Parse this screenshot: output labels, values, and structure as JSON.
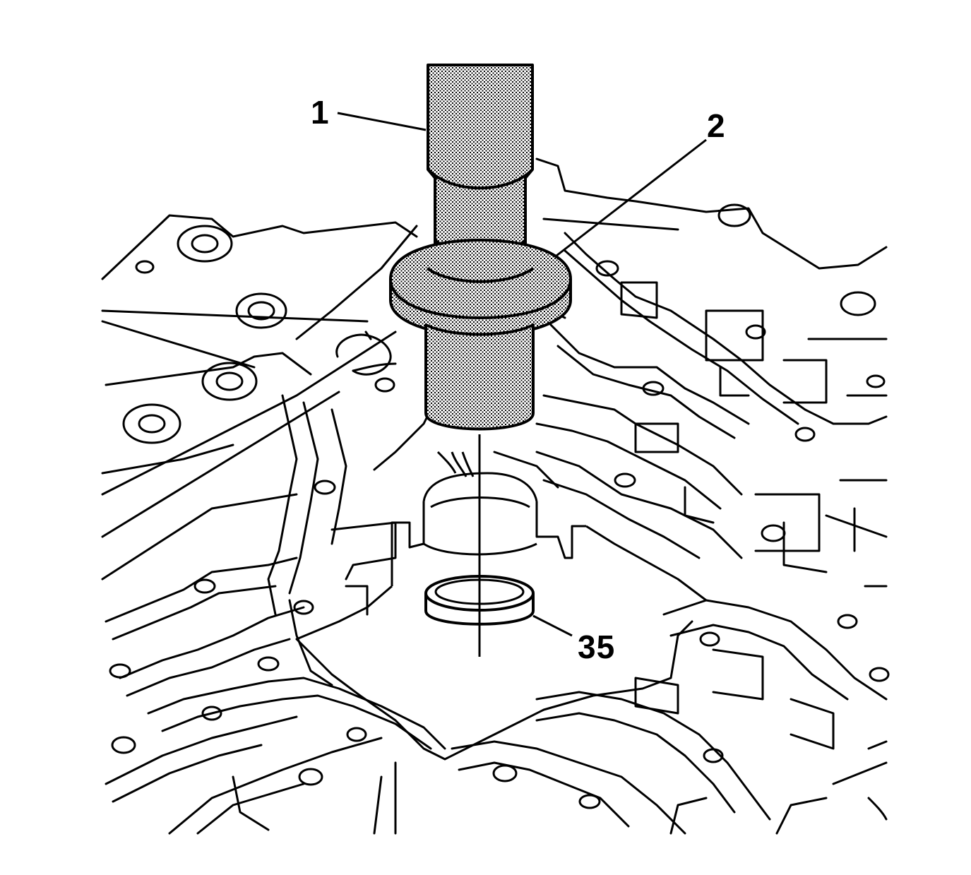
{
  "figure": {
    "callouts": [
      {
        "id": "1",
        "text": "1"
      },
      {
        "id": "2",
        "text": "2"
      },
      {
        "id": "35",
        "text": "35"
      }
    ]
  },
  "colors": {
    "line": "#000000",
    "background": "#ffffff",
    "tool_fill": "#c8c8c8"
  }
}
